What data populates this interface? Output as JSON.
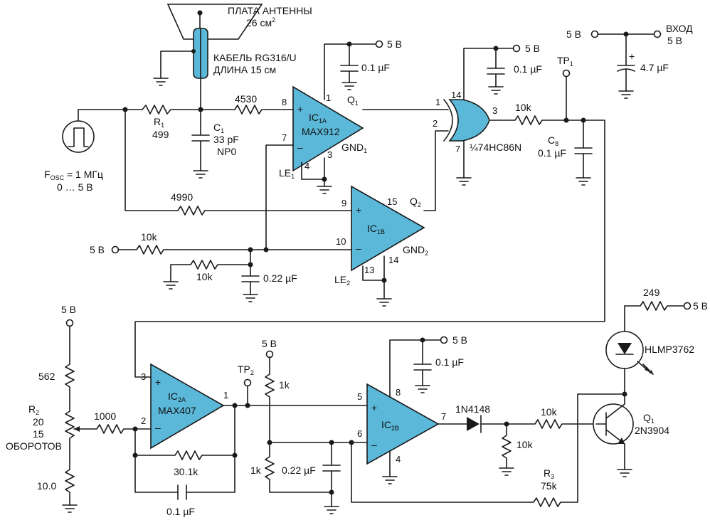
{
  "colors": {
    "component_fill": "#5bb8d9",
    "wire": "#1a1a1a"
  },
  "antenna": {
    "title": "ПЛАТА АНТЕННЫ",
    "area": "26 см",
    "area_sup": "2",
    "cable": "КАБЕЛЬ RG316/U",
    "cable_len": "ДЛИНА 15 см"
  },
  "osc": {
    "label": "F",
    "sub": "OSC",
    "freq": " = 1 МГц",
    "range": "0 … 5 В"
  },
  "r1": {
    "name": "R",
    "sub": "1",
    "value": "499"
  },
  "r4530": "4530",
  "r4990": "4990",
  "c1": {
    "name": "C",
    "sub": "1",
    "value": "33 pF",
    "type": "NP0"
  },
  "supply5": "5 В",
  "cap01": "0.1 µF",
  "cap022": "0.22 µF",
  "cap47": "4.7 µF",
  "input": {
    "label": "ВХОД",
    "value": "5 В"
  },
  "ic1a": {
    "name": "IC",
    "sub": "1A",
    "part": "MAX912",
    "q": "Q",
    "qsub": "1",
    "gnd": "GND",
    "gndsub": "1",
    "le": "LE",
    "lesub": "1"
  },
  "ic1b": {
    "name": "IC",
    "sub": "1B",
    "q": "Q",
    "qsub": "2",
    "gnd": "GND",
    "gndsub": "2",
    "le": "LE",
    "lesub": "2"
  },
  "xor": {
    "part": "¼74HC86N"
  },
  "r10k": "10k",
  "tp1": {
    "name": "TP",
    "sub": "1"
  },
  "tp2": {
    "name": "TP",
    "sub": "2"
  },
  "c8": {
    "name": "C",
    "sub": "8",
    "value": "0.1 µF"
  },
  "ic2a": {
    "name": "IC",
    "sub": "2A",
    "part": "MAX407"
  },
  "ic2b": {
    "name": "IC",
    "sub": "2B"
  },
  "r562": "562",
  "r2": {
    "name": "R",
    "sub": "2",
    "value": "20",
    "turns": "15",
    "turns_label": "ОБОРОТОВ"
  },
  "r10": "10.0",
  "r1000": "1000",
  "r301k": "30.1k",
  "r1k": "1k",
  "diode": "1N4148",
  "r3": {
    "name": "R",
    "sub": "3",
    "value": "75k"
  },
  "r249": "249",
  "led": "HLMP3762",
  "q1": {
    "name": "Q",
    "sub": "1",
    "part": "2N3904"
  },
  "pins": {
    "p1": "1",
    "p2": "2",
    "p3": "3",
    "p4": "4",
    "p5": "5",
    "p6": "6",
    "p7": "7",
    "p8": "8",
    "p9": "9",
    "p10": "10",
    "p13": "13",
    "p14": "14",
    "p15": "15"
  },
  "plus": "+",
  "minus": "–"
}
